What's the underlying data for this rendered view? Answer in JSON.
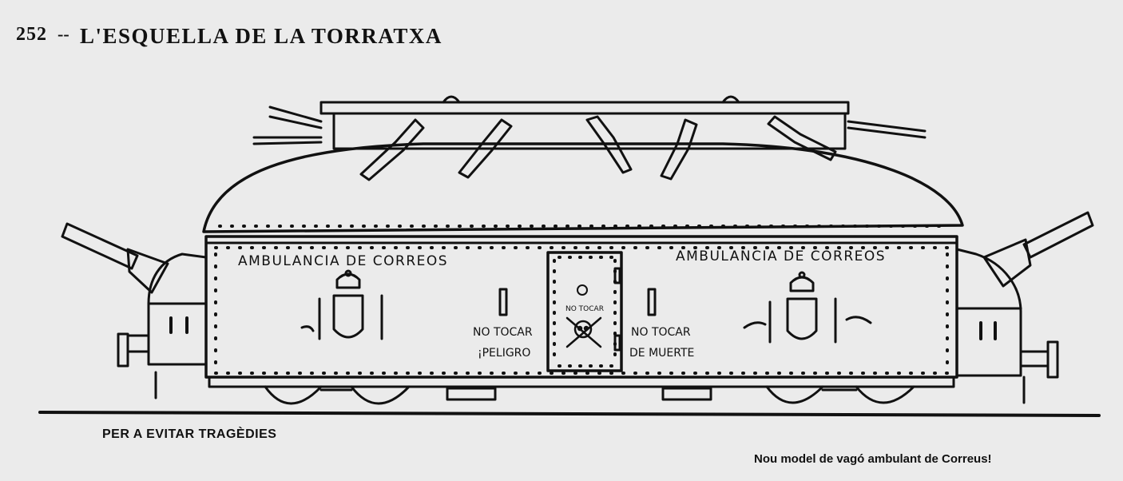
{
  "header": {
    "page_number": "252",
    "separator": "--",
    "title": "L'ESQUELLA DE LA TORRATXA"
  },
  "car": {
    "left_label": "AMBULANCIA DE CORREOS",
    "right_label": "AMBULANCIA DE CORREOS",
    "door_warning": "NO TOCAR",
    "left_warning_1": "NO TOCAR",
    "left_warning_2": "¡PELIGRO",
    "right_warning_1": "NO TOCAR",
    "right_warning_2": "DE MUERTE"
  },
  "captions": {
    "left": "PER A EVITAR TRAGÈDIES",
    "right": "Nou model de vagó ambulant de Correus!"
  }
}
